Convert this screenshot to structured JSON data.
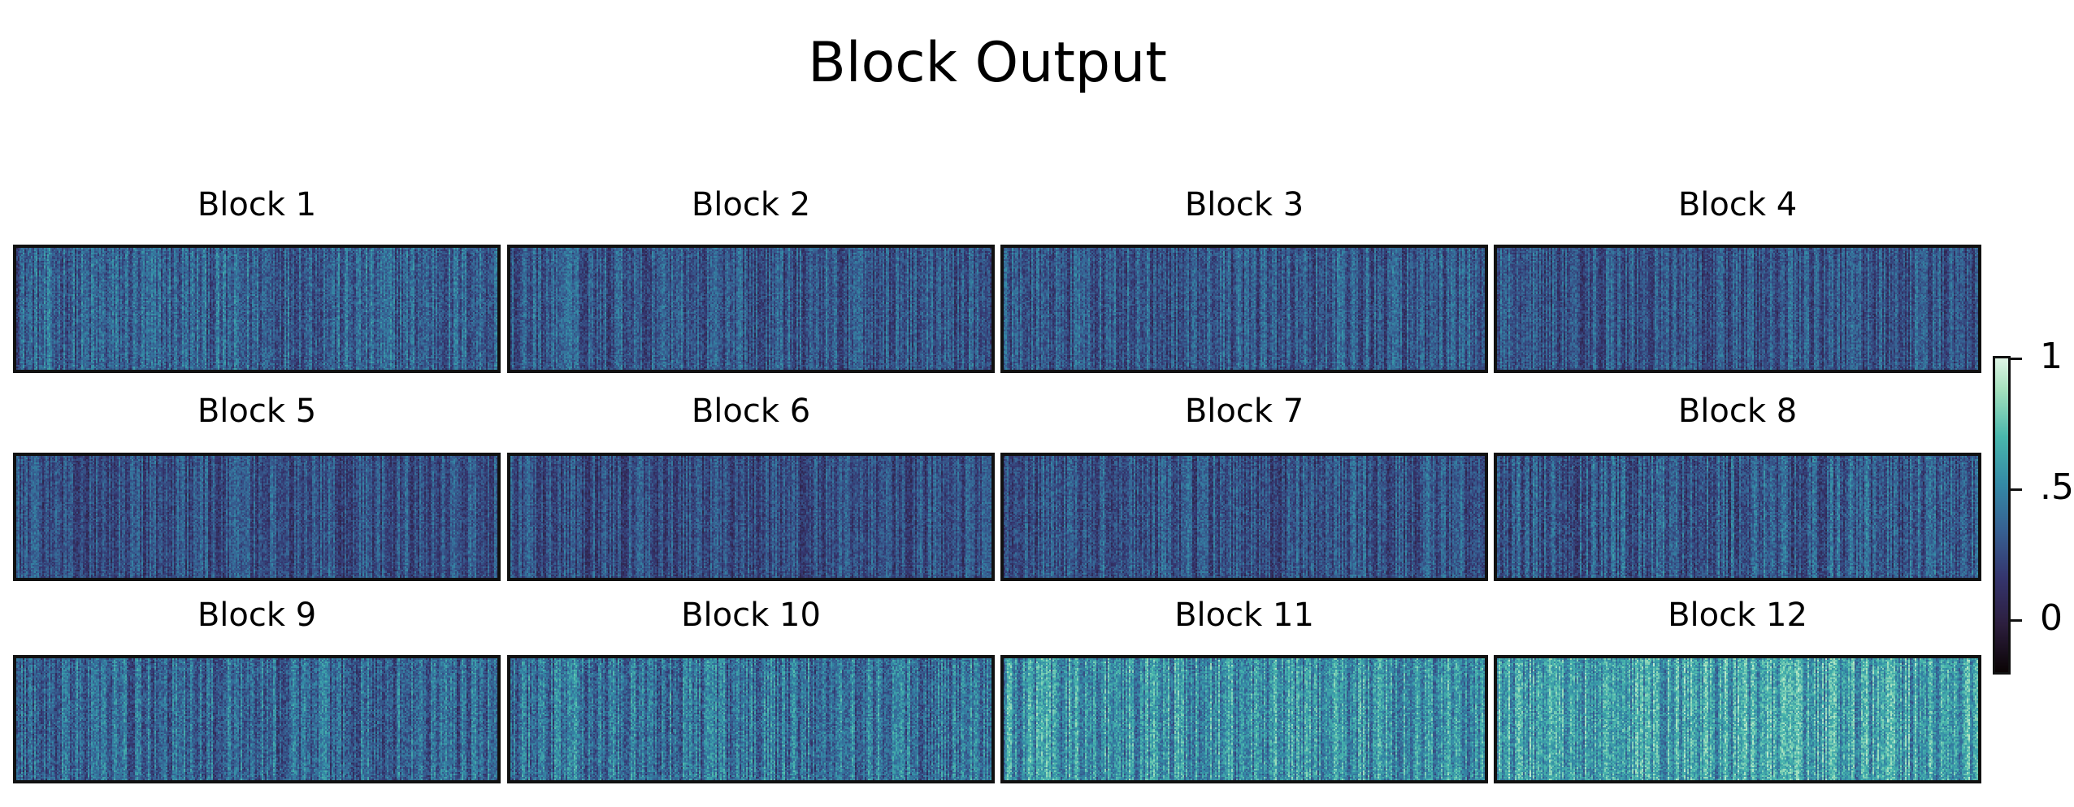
{
  "chart_data": {
    "type": "heatmap",
    "title": "Block Output",
    "panels": [
      {
        "title": "Block 1",
        "mean": 0.34,
        "spread": 0.28
      },
      {
        "title": "Block 2",
        "mean": 0.3,
        "spread": 0.26
      },
      {
        "title": "Block 3",
        "mean": 0.3,
        "spread": 0.26
      },
      {
        "title": "Block 4",
        "mean": 0.29,
        "spread": 0.25
      },
      {
        "title": "Block 5",
        "mean": 0.27,
        "spread": 0.24
      },
      {
        "title": "Block 6",
        "mean": 0.26,
        "spread": 0.24
      },
      {
        "title": "Block 7",
        "mean": 0.28,
        "spread": 0.26
      },
      {
        "title": "Block 8",
        "mean": 0.31,
        "spread": 0.28
      },
      {
        "title": "Block 9",
        "mean": 0.36,
        "spread": 0.3
      },
      {
        "title": "Block 10",
        "mean": 0.42,
        "spread": 0.32
      },
      {
        "title": "Block 11",
        "mean": 0.55,
        "spread": 0.32
      },
      {
        "title": "Block 12",
        "mean": 0.6,
        "spread": 0.32
      }
    ],
    "colorbar": {
      "colormap": "mako",
      "range": [
        -0.2,
        1.0
      ],
      "ticks": [
        {
          "value": 1.0,
          "label": "1"
        },
        {
          "value": 0.5,
          "label": ".5"
        },
        {
          "value": 0.0,
          "label": "0"
        }
      ]
    },
    "grid": false,
    "layout": "3 rows x 4 columns"
  }
}
